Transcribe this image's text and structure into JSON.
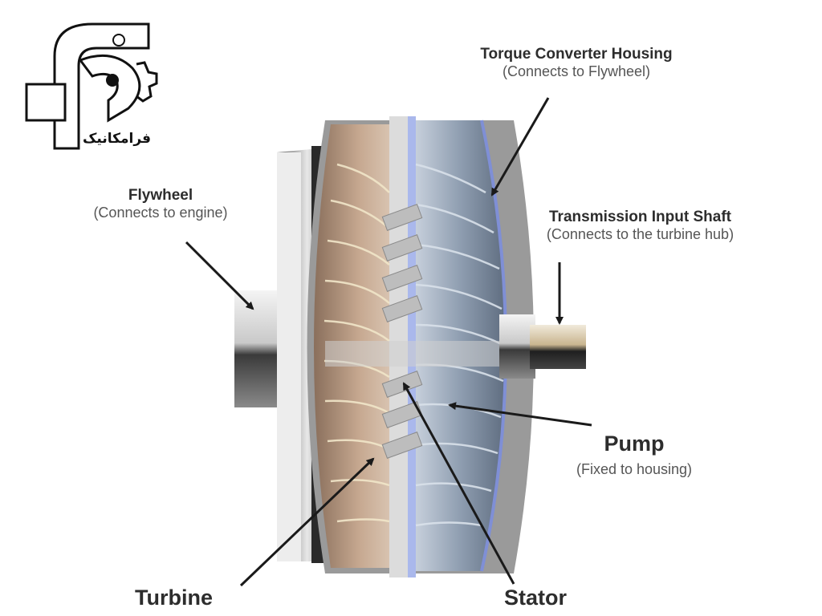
{
  "logo": {
    "text": "فرامکانیک"
  },
  "labels": {
    "housing": {
      "title": "Torque Converter Housing",
      "subtitle": "(Connects to Flywheel)"
    },
    "flywheel": {
      "title": "Flywheel",
      "subtitle": "(Connects to engine)"
    },
    "shaft": {
      "title": "Transmission Input Shaft",
      "subtitle": "(Connects to the turbine hub)"
    },
    "pump": {
      "title": "Pump",
      "subtitle": "(Fixed to housing)"
    },
    "turbine": {
      "title": "Turbine"
    },
    "stator": {
      "title": "Stator"
    }
  },
  "colors": {
    "arrow": "#1a1a1a",
    "turbine_blades": "#c9a98f",
    "pump_blades": "#9aa8b8",
    "housing_edge": "#7f8fd6"
  }
}
